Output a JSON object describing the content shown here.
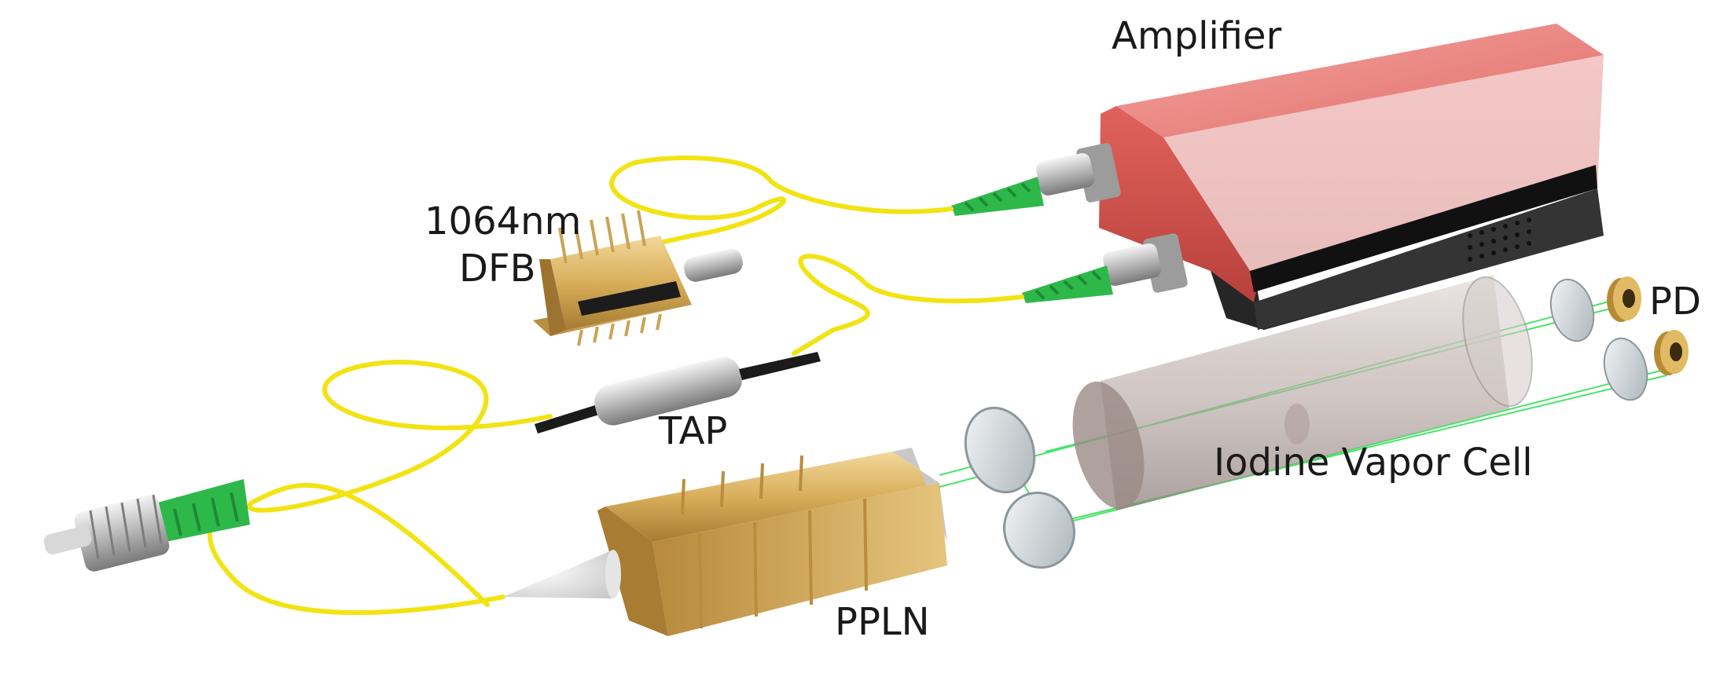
{
  "labels": {
    "amplifier": "Amplifier",
    "dfb_line1": "1064nm",
    "dfb_line2": "DFB",
    "pd": "PD",
    "tap": "TAP",
    "iodine_cell": "Iodine Vapor Cell",
    "ppln": "PPLN"
  },
  "colors": {
    "fiber": "#f2e313",
    "connector_boot": "#2fb84a",
    "amplifier_body": "#e87a76",
    "gold": "#d9b25e",
    "beam": "#38e05a"
  }
}
